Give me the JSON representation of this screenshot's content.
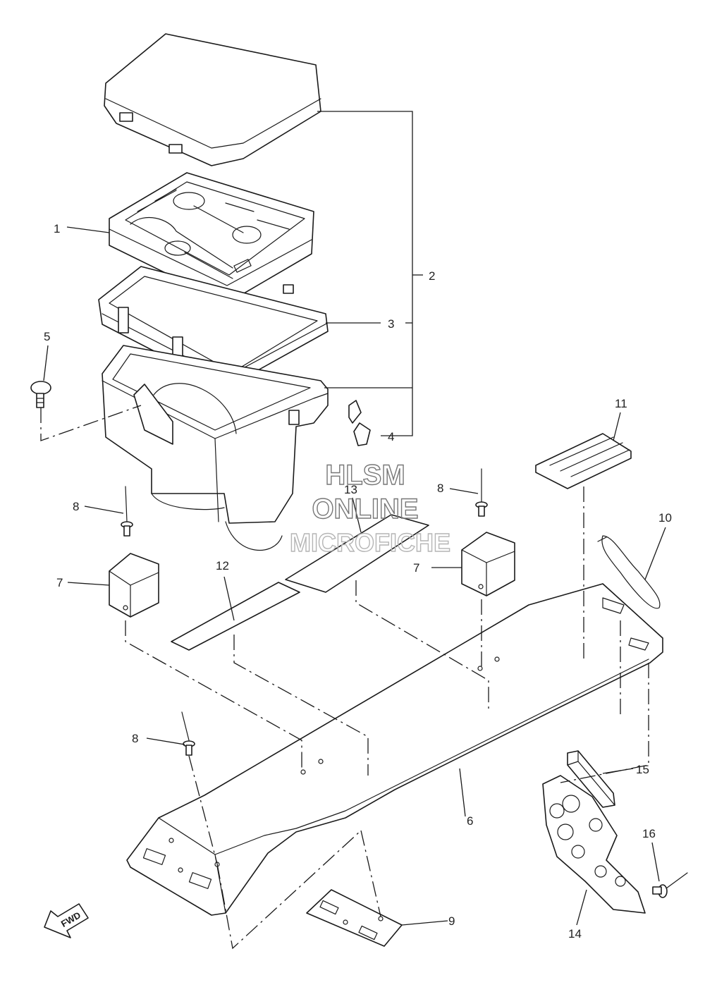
{
  "callouts": [
    {
      "id": "c1",
      "label": "1"
    },
    {
      "id": "c2",
      "label": "2"
    },
    {
      "id": "c3",
      "label": "3"
    },
    {
      "id": "c4",
      "label": "4"
    },
    {
      "id": "c5",
      "label": "5"
    },
    {
      "id": "c6",
      "label": "6"
    },
    {
      "id": "c7a",
      "label": "7"
    },
    {
      "id": "c7b",
      "label": "7"
    },
    {
      "id": "c8a",
      "label": "8"
    },
    {
      "id": "c8b",
      "label": "8"
    },
    {
      "id": "c8c",
      "label": "8"
    },
    {
      "id": "c9",
      "label": "9"
    },
    {
      "id": "c10",
      "label": "10"
    },
    {
      "id": "c11",
      "label": "11"
    },
    {
      "id": "c12",
      "label": "12"
    },
    {
      "id": "c13",
      "label": "13"
    },
    {
      "id": "c14",
      "label": "14"
    },
    {
      "id": "c15",
      "label": "15"
    },
    {
      "id": "c16",
      "label": "16"
    }
  ],
  "watermark": {
    "line1": "HLSM",
    "line2": "ONLINE",
    "line3": "MICROFICHE"
  },
  "fwd_label": "FWD"
}
